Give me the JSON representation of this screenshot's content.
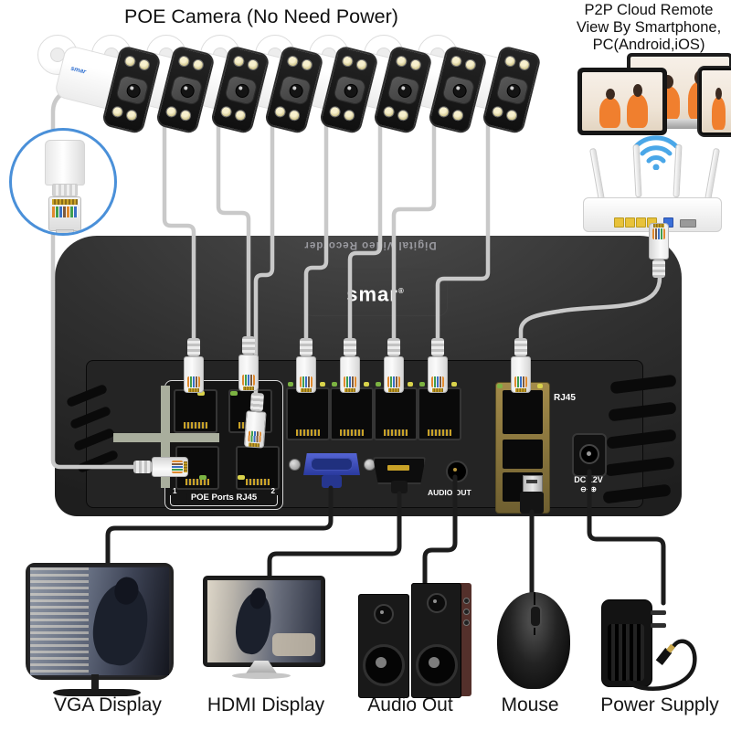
{
  "title": "POE Camera (No Need Power)",
  "p2p": {
    "line1": "P2P Cloud Remote",
    "line2": "View By Smartphone,",
    "line3": "PC(Android,iOS)"
  },
  "camera": {
    "brand": "smar",
    "count": 8
  },
  "dvr": {
    "edge_text": "Digital Video Recorder",
    "brand": "smar",
    "brand_reg": "®",
    "poe_ports": {
      "num_left": "1",
      "label": "POE  Ports RJ45",
      "num_right": "2"
    },
    "net_port_label": "RJ45",
    "audio_label": "AUDIO OUT",
    "dc_label": "DC 12V",
    "dc_polarity": "⊖–⊕"
  },
  "peripherals": {
    "vga": "VGA Display",
    "hdmi": "HDMI Display",
    "audio": "Audio Out",
    "mouse": "Mouse",
    "power": "Power Supply"
  },
  "icons": {
    "wifi": "wifi-signal",
    "connector": "rj45-connector-closeup"
  },
  "colors": {
    "accent_blue": "#4aa7e8",
    "inset_ring": "#4a90d9",
    "cable_gray": "#c9c9c9",
    "cable_black": "#1c1c1c",
    "poe_cross": "#a9ae9d",
    "led_green": "#7cb342",
    "led_yellow": "#d9d34b",
    "camera_logo_blue": "#2f6fd0",
    "vga_blue": "#3a4cc0",
    "speaker_side": "#54302b",
    "port_gold": "#a38b4a"
  }
}
